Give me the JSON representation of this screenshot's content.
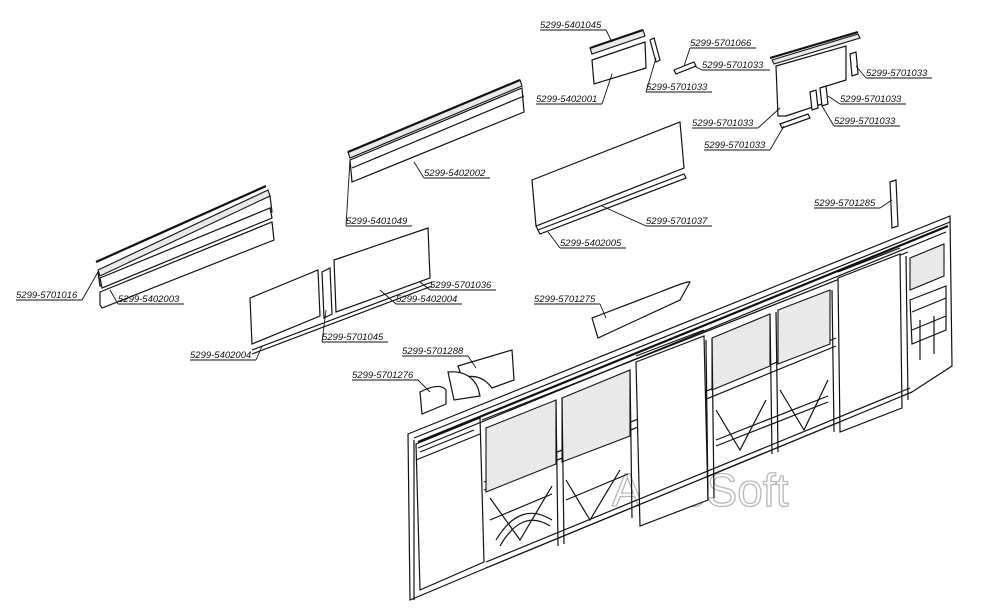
{
  "watermark": "AutoSoft",
  "labels": {
    "p5401045": "5299-5401045",
    "p5701066": "5299-5701066",
    "p5701033_a": "5299-5701033",
    "p5701033_b": "5299-5701033",
    "p5701033_c": "5299-5701033",
    "p5701033_d": "5299-5701033",
    "p5701033_e": "5299-5701033",
    "p5701033_f": "5299-5701033",
    "p5701033_g": "5299-5701033",
    "p5402001": "5299-5402001",
    "p5402002": "5299-5402002",
    "p5401049": "5299-5401049",
    "p5701037": "5299-5701037",
    "p5402005": "5299-5402005",
    "p5701285": "5299-5701285",
    "p5701016": "5299-5701016",
    "p5402003": "5299-5402003",
    "p5701036": "5299-5701036",
    "p5402004_a": "5299-5402004",
    "p5402004_b": "5299-5402004",
    "p5701045": "5299-5701045",
    "p5701275": "5299-5701275",
    "p5701288": "5299-5701288",
    "p5701276": "5299-5701276"
  }
}
